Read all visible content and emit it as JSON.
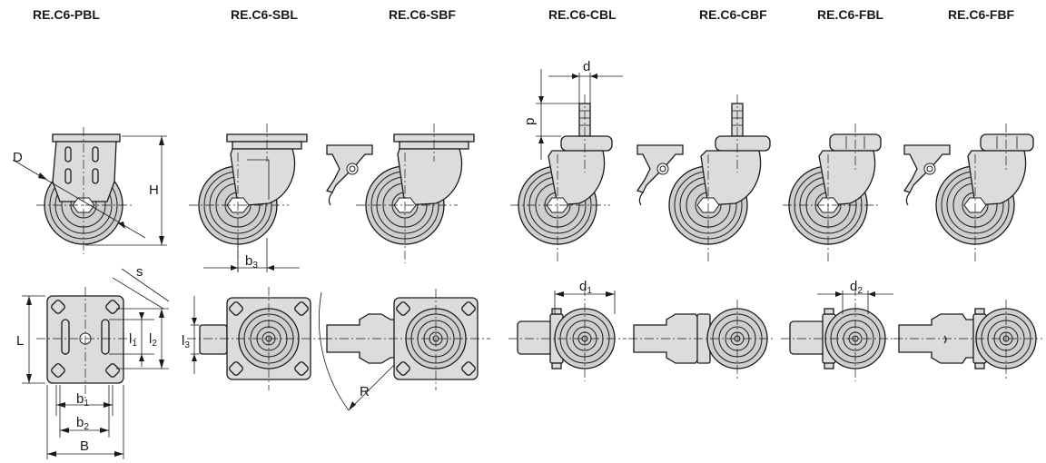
{
  "titles": [
    "RE.C6-PBL",
    "RE.C6-SBL",
    "RE.C6-SBF",
    "RE.C6-CBL",
    "RE.C6-CBF",
    "RE.C6-FBL",
    "RE.C6-FBF"
  ],
  "dims": {
    "D": "D",
    "H": "H",
    "b3": "b",
    "b3_sub": "3",
    "d": "d",
    "p": "p",
    "s": "s",
    "L": "L",
    "l1": "l",
    "l1_sub": "1",
    "l2": "l",
    "l2_sub": "2",
    "l3": "l",
    "l3_sub": "3",
    "b1": "b",
    "b1_sub": "1",
    "b2": "b",
    "b2_sub": "2",
    "B": "B",
    "R": "R",
    "d1": "d",
    "d1_sub": "1",
    "d2": "d",
    "d2_sub": "2"
  }
}
